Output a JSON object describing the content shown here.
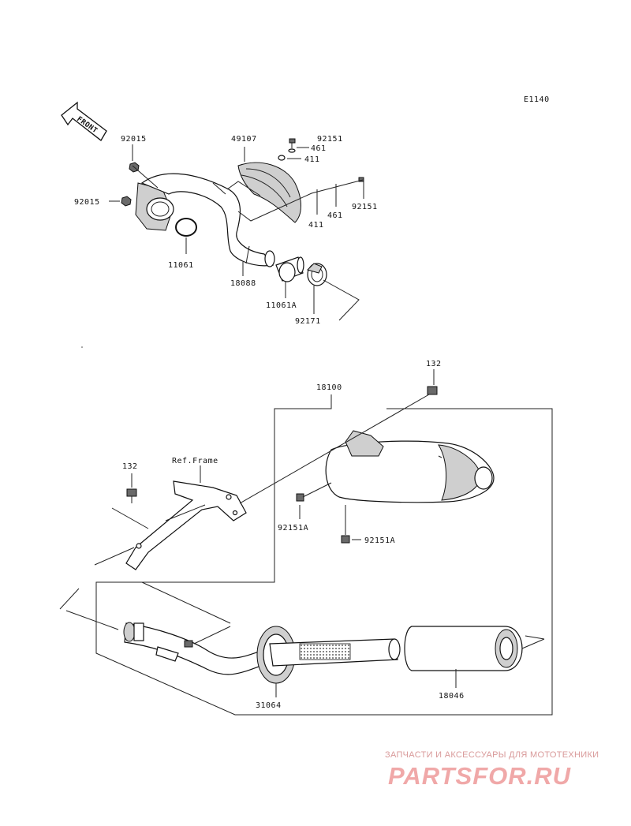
{
  "diagram": {
    "code": "E1140",
    "front_arrow": "FRONT",
    "ref_frame": "Ref.Frame",
    "parts": {
      "p92015_a": "92015",
      "p92015_b": "92015",
      "p11061": "11061",
      "p49107": "49107",
      "p92151_a": "92151",
      "p461_a": "461",
      "p411_a": "411",
      "p92151_b": "92151",
      "p461_b": "461",
      "p411_b": "411",
      "p18088": "18088",
      "p11061A": "11061A",
      "p92171": "92171",
      "p132_a": "132",
      "p18100": "18100",
      "p132_b": "132",
      "p92151A_a": "92151A",
      "p92151A_b": "92151A",
      "p31064": "31064",
      "p18046": "18046"
    }
  },
  "watermark": {
    "tagline": "ЗАПЧАСТИ И АКСЕССУАРЫ ДЛЯ МОТОТЕХНИКИ",
    "logo": "PARTSFOR.RU"
  }
}
